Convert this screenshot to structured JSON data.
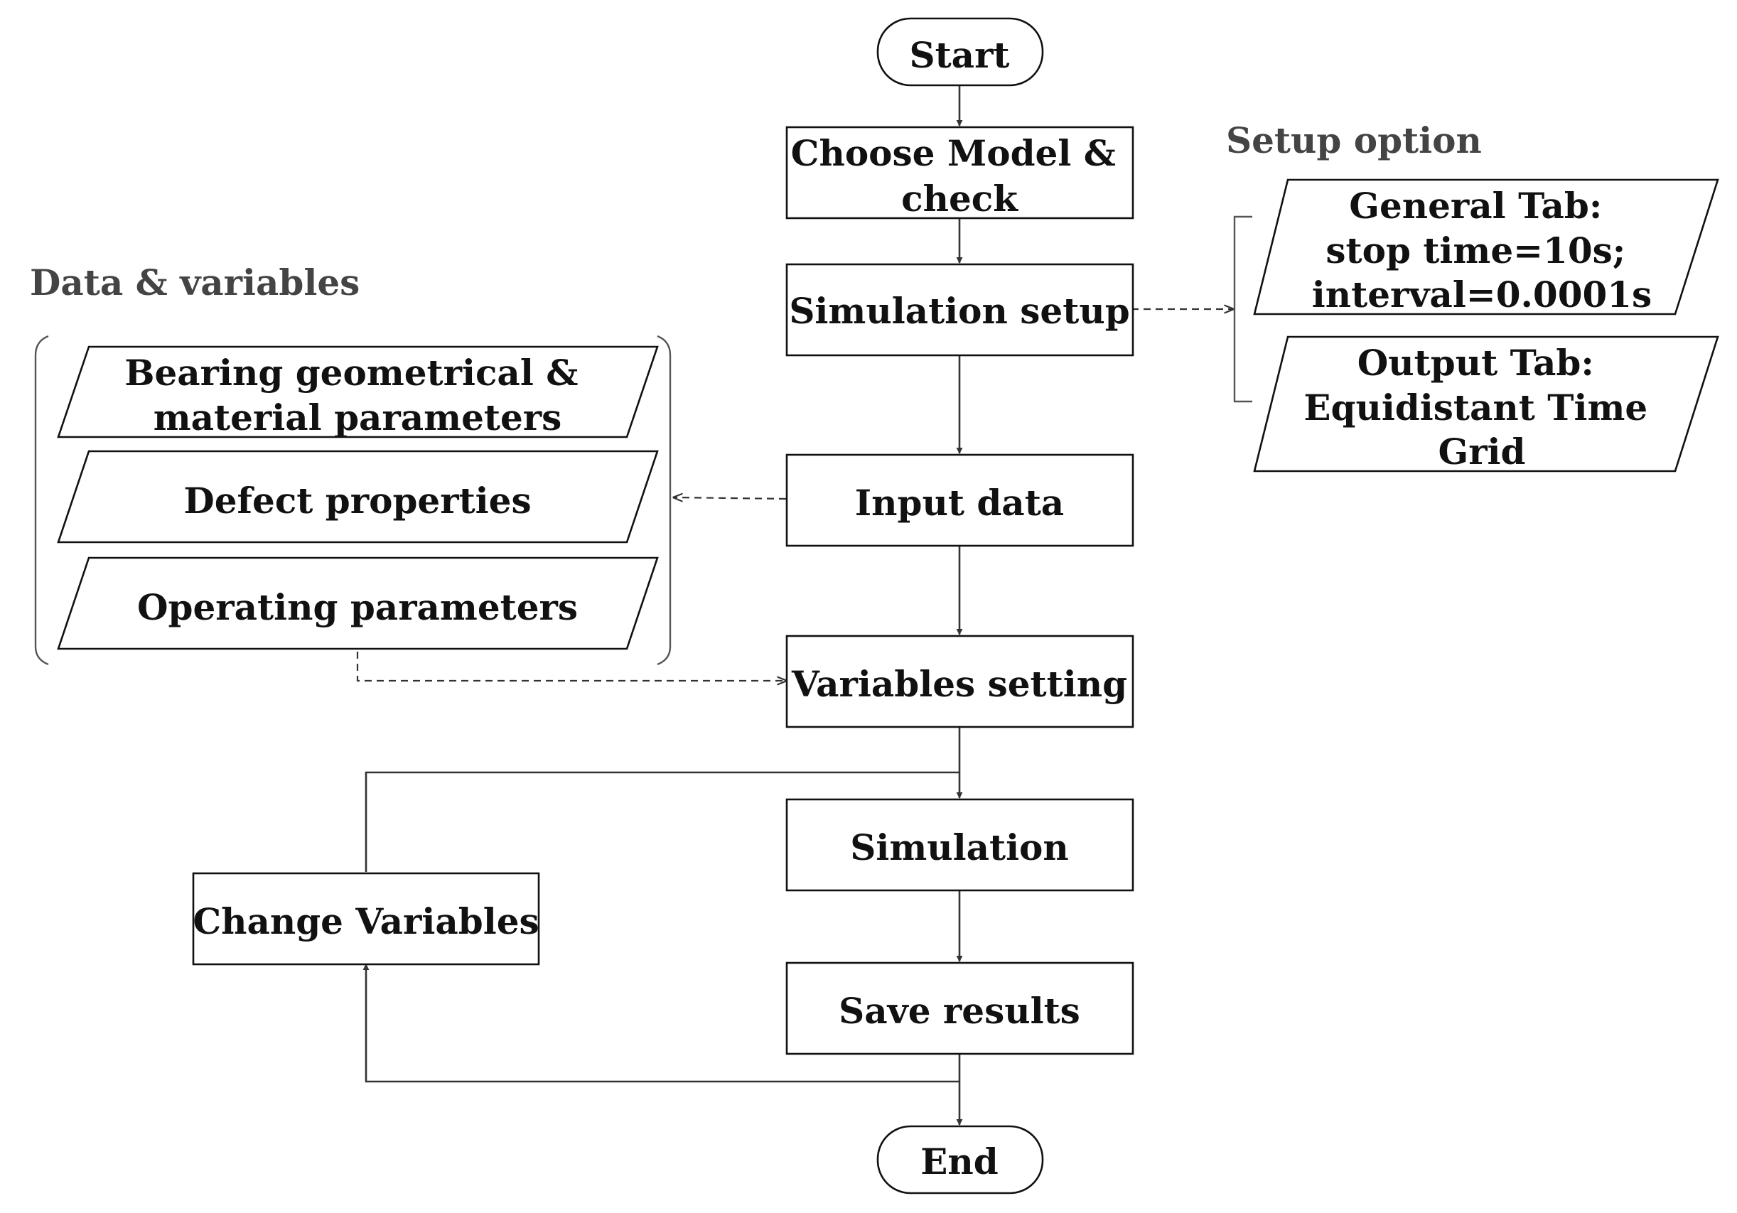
{
  "groups": {
    "data_variables": "Data & variables",
    "setup_option": "Setup option"
  },
  "nodes": {
    "start": [
      "Start"
    ],
    "choose_model": [
      "Choose Model &",
      "check"
    ],
    "simulation_setup": [
      "Simulation setup"
    ],
    "input_data": [
      "Input data"
    ],
    "variables_setting": [
      "Variables setting"
    ],
    "simulation": [
      "Simulation"
    ],
    "save_results": [
      "Save results"
    ],
    "end": [
      "End"
    ],
    "change_variables": [
      "Change Variables"
    ],
    "bearing_params": [
      "Bearing geometrical &",
      "material parameters"
    ],
    "defect_properties": [
      "Defect properties"
    ],
    "operating_parameters": [
      "Operating parameters"
    ],
    "general_tab": [
      "General Tab:",
      "stop time=10s;",
      "interval=0.0001s"
    ],
    "output_tab": [
      "Output Tab:",
      "Equidistant Time",
      "Grid"
    ]
  },
  "colors": {
    "stroke": "#111111",
    "title": "#444444",
    "background": "#ffffff"
  }
}
